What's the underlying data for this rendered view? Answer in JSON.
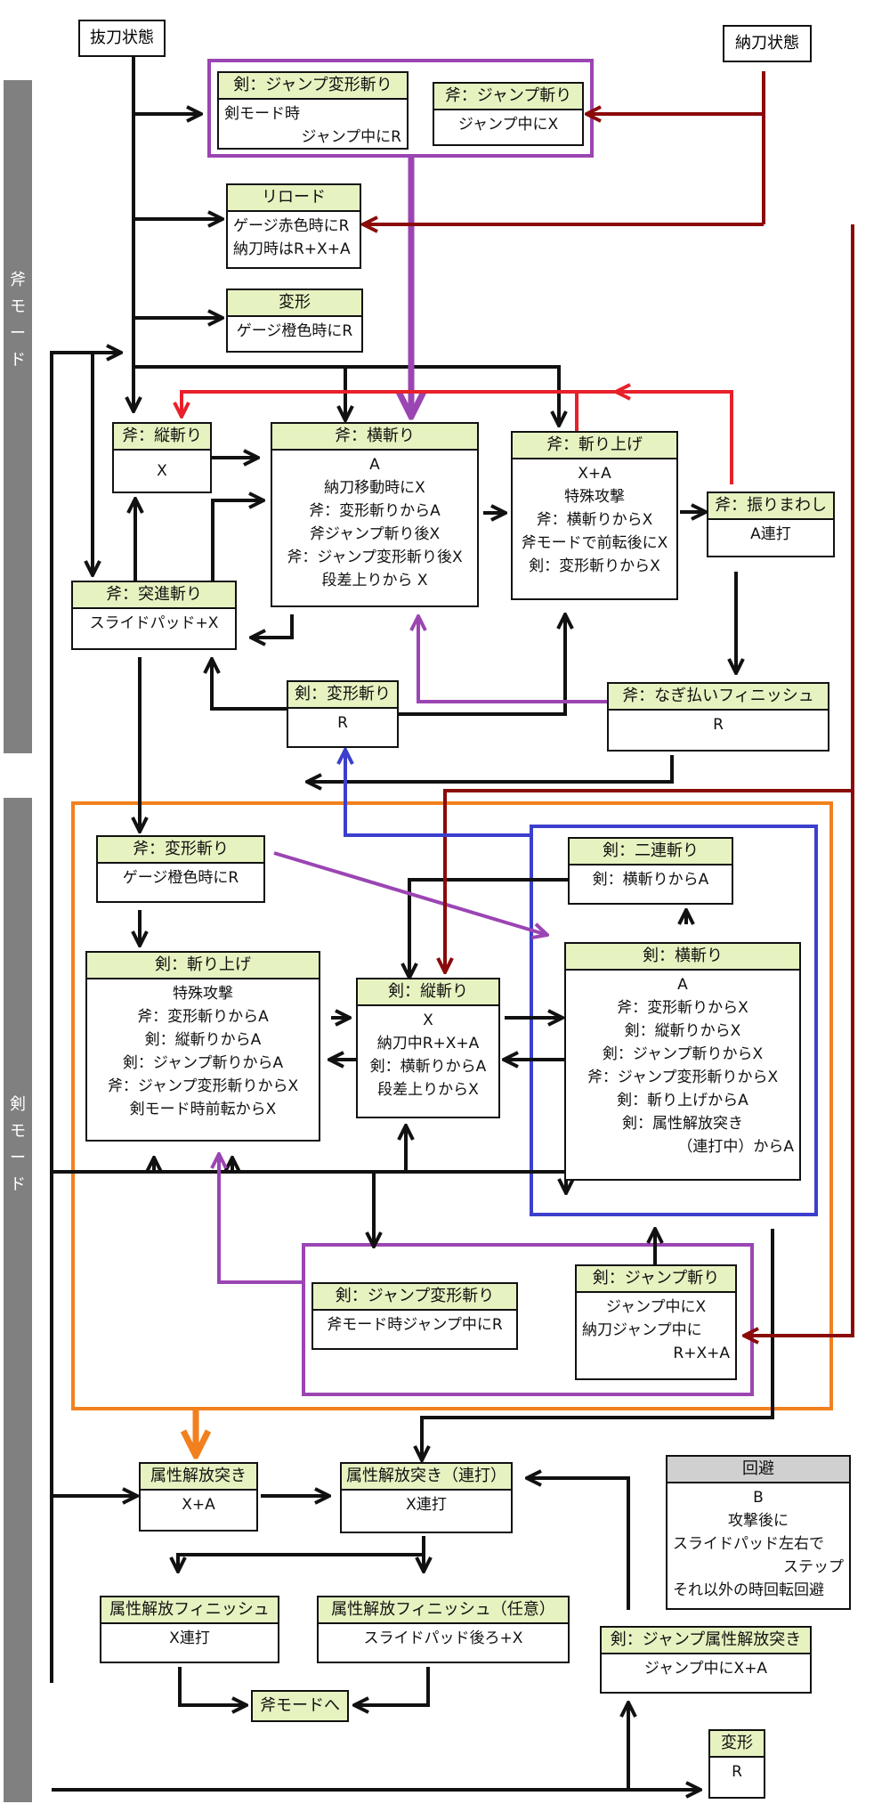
{
  "starts": {
    "batto": "抜刀状態",
    "noto": "納刀状態"
  },
  "modes": {
    "axe": [
      "斧",
      "モ",
      "ー",
      "ド"
    ],
    "sword": [
      "剣",
      "モ",
      "ー",
      "ド"
    ]
  },
  "nodes": {
    "sw_jump_transform_top": {
      "title": "剣：ジャンプ変形斬り",
      "lines": [
        "剣モード時",
        "ジャンプ中にR"
      ]
    },
    "axe_jump_slash": {
      "title": "斧：ジャンプ斬り",
      "lines": [
        "ジャンプ中にX"
      ]
    },
    "reload": {
      "title": "リロード",
      "lines": [
        "ゲージ赤色時にR",
        "納刀時はR+X+A"
      ]
    },
    "transform": {
      "title": "変形",
      "lines": [
        "ゲージ橙色時にR"
      ]
    },
    "axe_vertical": {
      "title": "斧：縦斬り",
      "lines": [
        "X"
      ]
    },
    "axe_horizontal": {
      "title": "斧：横斬り",
      "lines": [
        "A",
        "納刀移動時にX",
        "斧：変形斬りからA",
        "斧ジャンプ斬り後X",
        "斧：ジャンプ変形斬り後X",
        "段差上りから X"
      ]
    },
    "axe_upswing": {
      "title": "斧：斬り上げ",
      "lines": [
        "X+A",
        "特殊攻撃",
        "斧：横斬りからX",
        "斧モードで前転後にX",
        "剣：変形斬りからX"
      ]
    },
    "axe_swing": {
      "title": "斧：振りまわし",
      "lines": [
        "A連打"
      ]
    },
    "axe_rush": {
      "title": "斧：突進斬り",
      "lines": [
        "スライドパッド+X"
      ]
    },
    "sw_transform": {
      "title": "剣：変形斬り",
      "lines": [
        "R"
      ]
    },
    "axe_sweep_finish": {
      "title": "斧：なぎ払いフィニッシュ",
      "lines": [
        "R"
      ]
    },
    "axe_transform": {
      "title": "斧：変形斬り",
      "lines": [
        "ゲージ橙色時にR"
      ]
    },
    "sw_double": {
      "title": "剣：二連斬り",
      "lines": [
        "剣：横斬りからA"
      ]
    },
    "sw_upswing": {
      "title": "剣：斬り上げ",
      "lines": [
        "特殊攻撃",
        "斧：変形斬りからA",
        "剣：縦斬りからA",
        "剣：ジャンプ斬りからA",
        "斧：ジャンプ変形斬りからX",
        "剣モード時前転からX"
      ]
    },
    "sw_vertical": {
      "title": "剣：縦斬り",
      "lines": [
        "X",
        "納刀中R+X+A",
        "剣：横斬りからA",
        "段差上りからX"
      ]
    },
    "sw_horizontal": {
      "title": "剣：横斬り",
      "lines": [
        "A",
        "斧：変形斬りからX",
        "剣：縦斬りからX",
        "剣：ジャンプ斬りからX",
        "斧：ジャンプ変形斬りからX",
        "剣：斬り上げからA",
        "剣：属性解放突き",
        "（連打中）からA"
      ]
    },
    "sw_jump_transform": {
      "title": "剣：ジャンプ変形斬り",
      "lines": [
        "斧モード時ジャンプ中にR"
      ]
    },
    "sw_jump_slash": {
      "title": "剣：ジャンプ斬り",
      "lines": [
        "ジャンプ中にX",
        "納刀ジャンプ中に",
        "R+X+A"
      ]
    },
    "elem_thrust": {
      "title": "属性解放突き",
      "lines": [
        "X+A"
      ]
    },
    "elem_thrust_rapid": {
      "title": "属性解放突き（連打）",
      "lines": [
        "X連打"
      ]
    },
    "elem_finish": {
      "title": "属性解放フィニッシュ",
      "lines": [
        "X連打"
      ]
    },
    "elem_finish_opt": {
      "title": "属性解放フィニッシュ（任意）",
      "lines": [
        "スライドパッド後ろ+X"
      ]
    },
    "sw_jump_elem": {
      "title": "剣：ジャンプ属性解放突き",
      "lines": [
        "ジャンプ中にX+A"
      ]
    },
    "to_axe": {
      "title": "斧モードへ"
    },
    "transform_bottom": {
      "title": "変形",
      "lines": [
        "R"
      ]
    },
    "evade": {
      "title": "回避",
      "lines": [
        "B",
        "攻撃後に",
        "スライドパッド左右で",
        "ステップ",
        "それ以外の時回転回避"
      ]
    }
  },
  "colors": {
    "black": "#111111",
    "purple": "#9b45b3",
    "darkred": "#8b0a0a",
    "red": "#e8202a",
    "blue": "#3b3fcc",
    "orange": "#f2801e",
    "header": "#e6f2c0"
  }
}
